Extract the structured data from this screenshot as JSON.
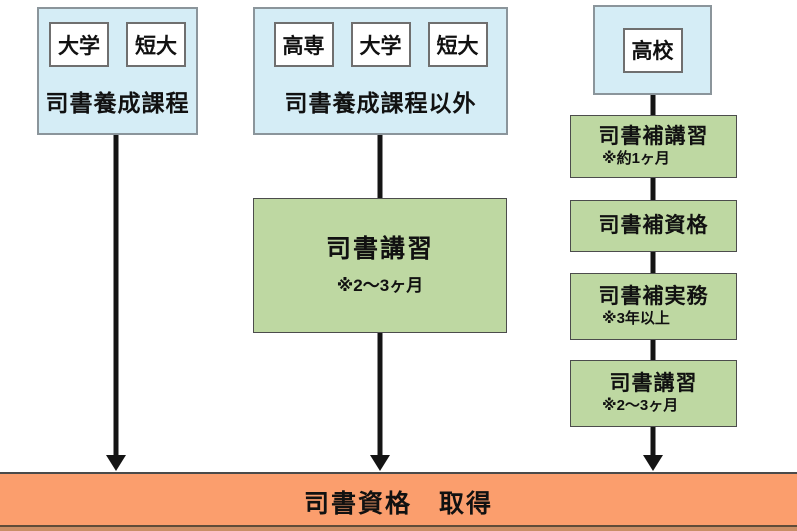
{
  "diagram": {
    "title_semantic": "Flow of acquiring the librarian qualification",
    "columns": [
      {
        "id": "librarian-training-course",
        "sources": [
          "大学",
          "短大"
        ],
        "label": "司書養成課程",
        "steps": []
      },
      {
        "id": "other-than-training-course",
        "sources": [
          "高専",
          "大学",
          "短大"
        ],
        "label": "司書養成課程以外",
        "steps": [
          {
            "title": "司書講習",
            "note": "※2～3ヶ月"
          }
        ]
      },
      {
        "id": "high-school-route",
        "sources": [
          "高校"
        ],
        "label": "",
        "steps": [
          {
            "title": "司書補講習",
            "note": "※約1ヶ月"
          },
          {
            "title": "司書補資格",
            "note": ""
          },
          {
            "title": "司書補実務",
            "note": "※3年以上"
          },
          {
            "title": "司書講習",
            "note": "※2～3ヶ月"
          }
        ]
      }
    ],
    "result": "司書資格　取得",
    "colors": {
      "source_box_fill": "#d5edf6",
      "source_box_border": "#8b959b",
      "chip_fill": "#ffffff",
      "step_box_fill": "#bed8a2",
      "step_box_border": "#4c4c4c",
      "result_bar_fill": "#fb9e6d",
      "arrow": "#141414",
      "text": "#111111"
    }
  }
}
